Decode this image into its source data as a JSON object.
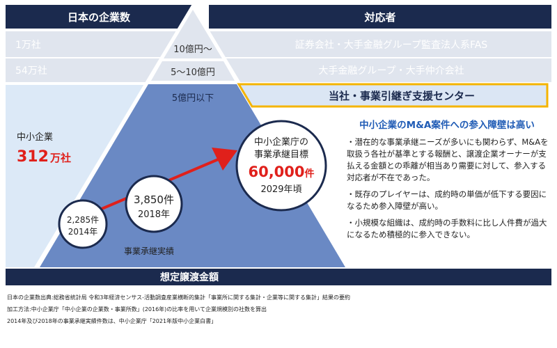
{
  "header": {
    "left_title": "日本の企業数",
    "right_title": "対応者"
  },
  "rows": [
    {
      "count": "1万社",
      "amount": "10億円～",
      "responder": "証券会社・大手金融グループ監査法人系FAS"
    },
    {
      "count": "54万社",
      "amount": "5～10億円",
      "responder": "大手金融グループ・大手仲介会社"
    },
    {
      "count": "",
      "amount": "5億円以下",
      "responder": "当社・事業引継ぎ支援センター"
    }
  ],
  "sme": {
    "label": "中小企業",
    "count_number": "312",
    "count_unit": "万社"
  },
  "points": [
    {
      "value": "2,285件",
      "year": "2014年"
    },
    {
      "value": "3,850件",
      "year": "2018年"
    }
  ],
  "target": {
    "line1": "中小企業庁の",
    "line2": "事業承継目標",
    "number": "60,000",
    "unit": "件",
    "year": "2029年頃"
  },
  "results_label": "事業承継実績",
  "bottom_bar_label": "想定譲渡金額",
  "barrier": {
    "title": "中小企業のM&A案件への参入障壁は高い",
    "bullets": [
      "・潜在的な事業承継ニーズが多いにも関わらず、M&Aを取扱う各社が基準とする報酬と、譲渡企業オーナーが支払える金額との乖離が相当あり需要に対して、参入する対応者が不在であった。",
      "・既存のプレイヤーは、成約時の単価が低下する要因になるため参入障壁が高い。",
      "・小規模な組織は、成約時の手数料に比し人件費が過大になるため積極的に参入できない。"
    ]
  },
  "footer": [
    "日本の企業数出典:総務省統計局 令和3年経済センサス-活動調査産業横断的集計「事業所に関する集計・企業等に関する集計」結果の要約",
    "加工方法:中小企業庁「中小企業の企業数・事業所数」(2016年)の比率を用いて企業規模別の社数を算出",
    "2014年及び2018年の事業承継実績件数は、中小企業庁「2021年版中小企業白書」"
  ],
  "colors": {
    "navy": "#1b2a4e",
    "pyramid_blue": "#6a89c4",
    "light_band": "#e0e5ee",
    "light_panel": "#dce9f7",
    "accent_red": "#e0201b",
    "gold": "#f5b400",
    "title_blue": "#1f5bb5",
    "highlight_bg": "#dbe6f4"
  },
  "icons": [
    "arrow-up-right-icon"
  ]
}
